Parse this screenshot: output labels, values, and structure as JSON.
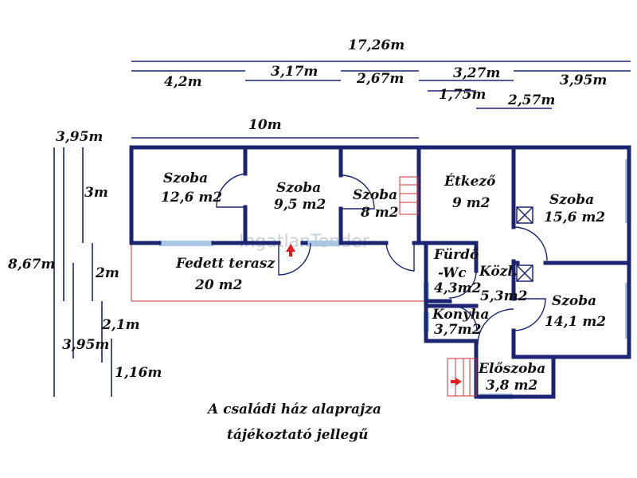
{
  "dimensions": {
    "total_width": "17,26m",
    "w_4_2": "4,2m",
    "w_3_17": "3,17m",
    "w_2_67": "2,67m",
    "w_3_27": "3,27m",
    "w_3_95_top": "3,95m",
    "w_1_75": "1,75m",
    "w_2_57": "2,57m",
    "w_10": "10m",
    "h_3_95_top": "3,95m",
    "h_3": "3m",
    "h_8_67": "8,67m",
    "h_2": "2m",
    "h_2_1": "2,1m",
    "h_3_95_bottom": "3,95m",
    "h_1_16": "1,16m"
  },
  "rooms": [
    {
      "name": "Szoba",
      "area": "12,6 m2"
    },
    {
      "name": "Szoba",
      "area": "9,5 m2"
    },
    {
      "name": "Szoba",
      "area": "8 m2"
    },
    {
      "name": "Étkező",
      "area": "9 m2"
    },
    {
      "name": "Szoba",
      "area": "15,6 m2"
    },
    {
      "name": "Fedett terasz",
      "area": "20 m2"
    },
    {
      "name": "Fürdő",
      "area": "-Wc"
    },
    {
      "name": "Közl.",
      "area": "5,3m2"
    },
    {
      "name": "Szoba",
      "area": "14,1 m2"
    },
    {
      "name": "Konyha",
      "area": "3,7m2"
    },
    {
      "name": "Előszoba",
      "area": "3,8 m2"
    }
  ],
  "bath_area": "4,3m2",
  "caption": {
    "line1": "A családi ház alaprajza",
    "line2": "tájékoztató jellegű"
  },
  "watermark": "IngatlanTender",
  "colors": {
    "wall": "#1a2470",
    "window": "#a9c6e2",
    "terrace_line": "#d03030",
    "text": "#111111"
  }
}
